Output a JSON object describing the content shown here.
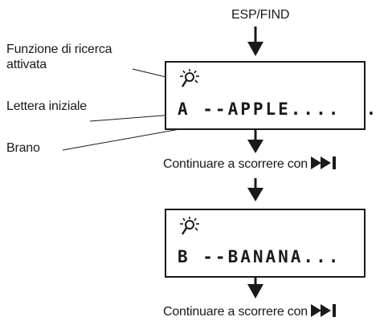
{
  "top_button": "ESP/FIND",
  "labels": {
    "search_active": "Funzione di ricerca attivata",
    "initial_letter": "Lettera iniziale",
    "track": "Brano"
  },
  "displays": [
    {
      "text": "A --APPLE....  ."
    },
    {
      "text": "B --BANANA..."
    }
  ],
  "continue_text": "Continuare a scorrere con",
  "icons": {
    "search_indicator": "search-sun-icon",
    "next_button": "skip-next-icon",
    "flow_arrow": "arrow-down-icon"
  }
}
